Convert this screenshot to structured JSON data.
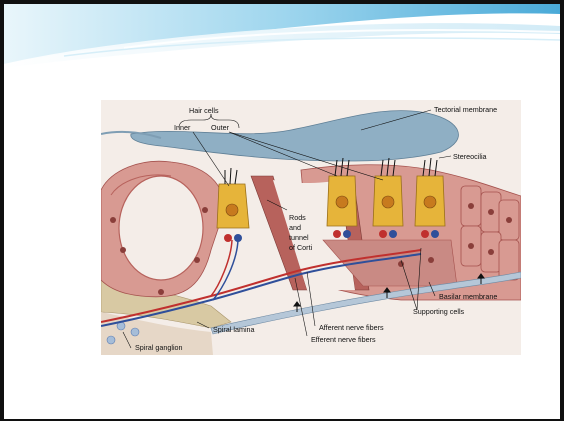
{
  "labels": {
    "hair_cells": "Hair cells",
    "inner": "Inner",
    "outer": "Outer",
    "tectorial_membrane": "Tectorial membrane",
    "stereocilia": "Stereocilia",
    "rods_line1": "Rods",
    "rods_line2": "and",
    "rods_line3": "tunnel",
    "rods_line4": "of Corti",
    "basilar_membrane": "Basilar membrane",
    "supporting_cells": "Supporting cells",
    "afferent": "Afferent nerve fibers",
    "efferent": "Efferent nerve fibers",
    "spiral_lamina": "Spiral lamina",
    "spiral_ganglion": "Spiral ganglion"
  },
  "colors": {
    "banner_blue": "#5bb8df",
    "banner_light": "#bfe4f3",
    "tissue_pink": "#d89a92",
    "tissue_dark": "#b7625c",
    "hair_cell_yellow": "#e6b43a",
    "tectorial_blue": "#8fafc4",
    "nerve_red": "#c0302e",
    "nerve_blue": "#2f4f9a",
    "bone_tan": "#d8c9a3"
  }
}
